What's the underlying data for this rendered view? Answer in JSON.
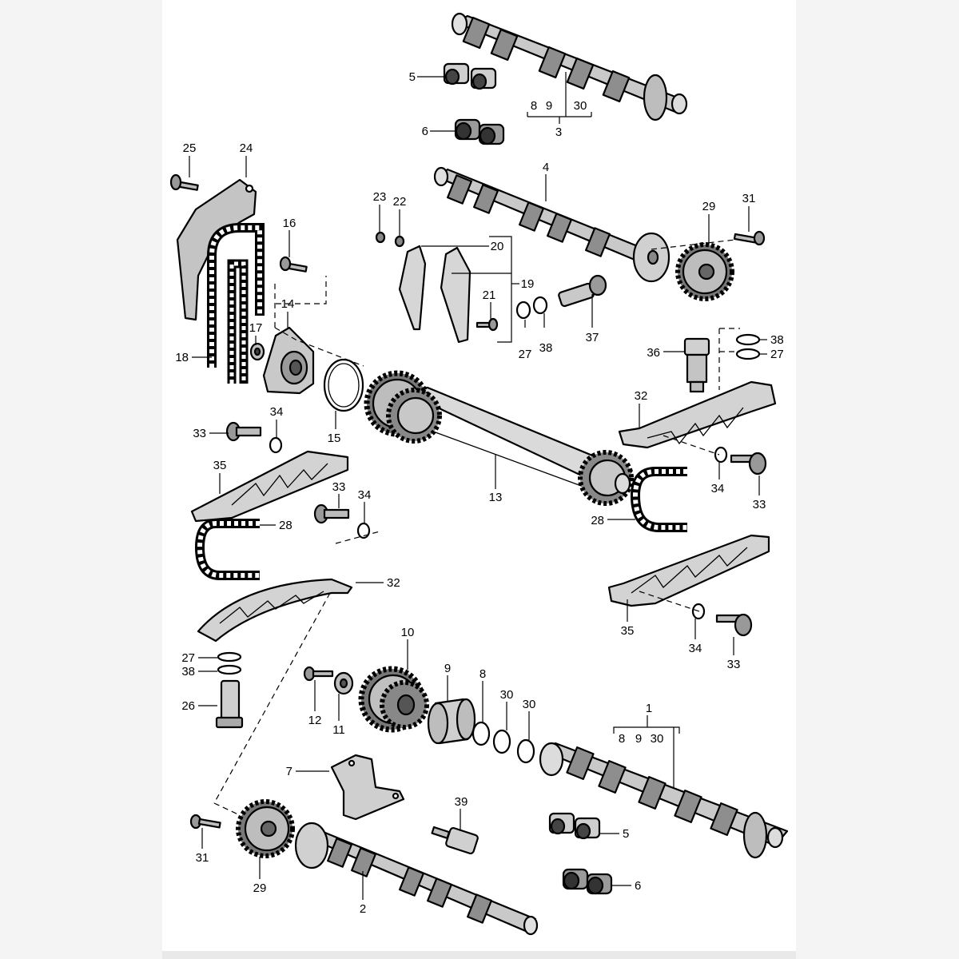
{
  "diagram": {
    "callouts": [
      {
        "id": "c5a",
        "text": "5"
      },
      {
        "id": "c6a",
        "text": "6"
      },
      {
        "id": "c8a",
        "text": "8"
      },
      {
        "id": "c9a",
        "text": "9"
      },
      {
        "id": "c30a",
        "text": "30"
      },
      {
        "id": "c3",
        "text": "3"
      },
      {
        "id": "c25",
        "text": "25"
      },
      {
        "id": "c24",
        "text": "24"
      },
      {
        "id": "c23",
        "text": "23"
      },
      {
        "id": "c22",
        "text": "22"
      },
      {
        "id": "c4",
        "text": "4"
      },
      {
        "id": "c29a",
        "text": "29"
      },
      {
        "id": "c31a",
        "text": "31"
      },
      {
        "id": "c16",
        "text": "16"
      },
      {
        "id": "c20",
        "text": "20"
      },
      {
        "id": "c19",
        "text": "19"
      },
      {
        "id": "c21",
        "text": "21"
      },
      {
        "id": "c14",
        "text": "14"
      },
      {
        "id": "c17",
        "text": "17"
      },
      {
        "id": "c27a",
        "text": "27"
      },
      {
        "id": "c38a",
        "text": "38"
      },
      {
        "id": "c37",
        "text": "37"
      },
      {
        "id": "c18",
        "text": "18"
      },
      {
        "id": "c36",
        "text": "36"
      },
      {
        "id": "c38b",
        "text": "38"
      },
      {
        "id": "c27b",
        "text": "27"
      },
      {
        "id": "c15",
        "text": "15"
      },
      {
        "id": "c32a",
        "text": "32"
      },
      {
        "id": "c33a",
        "text": "33"
      },
      {
        "id": "c34a",
        "text": "34"
      },
      {
        "id": "c35a",
        "text": "35"
      },
      {
        "id": "c13",
        "text": "13"
      },
      {
        "id": "c34b",
        "text": "34"
      },
      {
        "id": "c33b",
        "text": "33"
      },
      {
        "id": "c33c",
        "text": "33"
      },
      {
        "id": "c34c",
        "text": "34"
      },
      {
        "id": "c28a",
        "text": "28"
      },
      {
        "id": "c28b",
        "text": "28"
      },
      {
        "id": "c32b",
        "text": "32"
      },
      {
        "id": "c35b",
        "text": "35"
      },
      {
        "id": "c34d",
        "text": "34"
      },
      {
        "id": "c33d",
        "text": "33"
      },
      {
        "id": "c10",
        "text": "10"
      },
      {
        "id": "c27c",
        "text": "27"
      },
      {
        "id": "c38c",
        "text": "38"
      },
      {
        "id": "c9b",
        "text": "9"
      },
      {
        "id": "c8b",
        "text": "8"
      },
      {
        "id": "c30b",
        "text": "30"
      },
      {
        "id": "c30c",
        "text": "30"
      },
      {
        "id": "c26",
        "text": "26"
      },
      {
        "id": "c12",
        "text": "12"
      },
      {
        "id": "c11",
        "text": "11"
      },
      {
        "id": "c1",
        "text": "1"
      },
      {
        "id": "c8c",
        "text": "8"
      },
      {
        "id": "c9c",
        "text": "9"
      },
      {
        "id": "c30d",
        "text": "30"
      },
      {
        "id": "c7",
        "text": "7"
      },
      {
        "id": "c39",
        "text": "39"
      },
      {
        "id": "c5b",
        "text": "5"
      },
      {
        "id": "c31b",
        "text": "31"
      },
      {
        "id": "c6b",
        "text": "6"
      },
      {
        "id": "c29b",
        "text": "29"
      },
      {
        "id": "c2",
        "text": "2"
      }
    ]
  }
}
